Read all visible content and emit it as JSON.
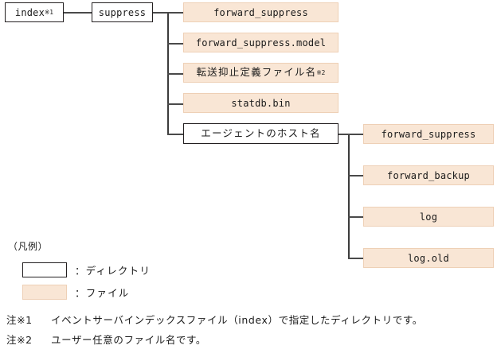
{
  "diagram": {
    "type": "directory-tree",
    "root": {
      "label": "index",
      "note_marker": "※1",
      "kind": "directory"
    },
    "level2": {
      "label": "suppress",
      "kind": "directory"
    },
    "level3": [
      {
        "label": "forward_suppress",
        "kind": "file",
        "note_marker": ""
      },
      {
        "label": "forward_suppress.model",
        "kind": "file",
        "note_marker": ""
      },
      {
        "label": "転送抑止定義ファイル名",
        "kind": "file",
        "note_marker": "※2"
      },
      {
        "label": "statdb.bin",
        "kind": "file",
        "note_marker": ""
      },
      {
        "label": "エージェントのホスト名",
        "kind": "directory",
        "note_marker": ""
      }
    ],
    "level4": [
      {
        "label": "forward_suppress",
        "kind": "file"
      },
      {
        "label": "forward_backup",
        "kind": "file"
      },
      {
        "label": "log",
        "kind": "file"
      },
      {
        "label": "log.old",
        "kind": "file"
      }
    ]
  },
  "legend": {
    "title": "（凡例）",
    "items": [
      {
        "kind": "directory",
        "label": "：ディレクトリ"
      },
      {
        "kind": "file",
        "label": "：ファイル"
      }
    ]
  },
  "footnotes": [
    {
      "marker": "注※1",
      "text": "イベントサーバインデックスファイル（index）で指定したディレクトリです。"
    },
    {
      "marker": "注※2",
      "text": "ユーザー任意のファイル名です。"
    }
  ],
  "colors": {
    "file_fill": "#f9e6d5",
    "file_border": "#eed0b6",
    "dir_border": "#231f20",
    "line": "#4a4a4a",
    "text": "#1a1a1a",
    "background": "#ffffff"
  }
}
